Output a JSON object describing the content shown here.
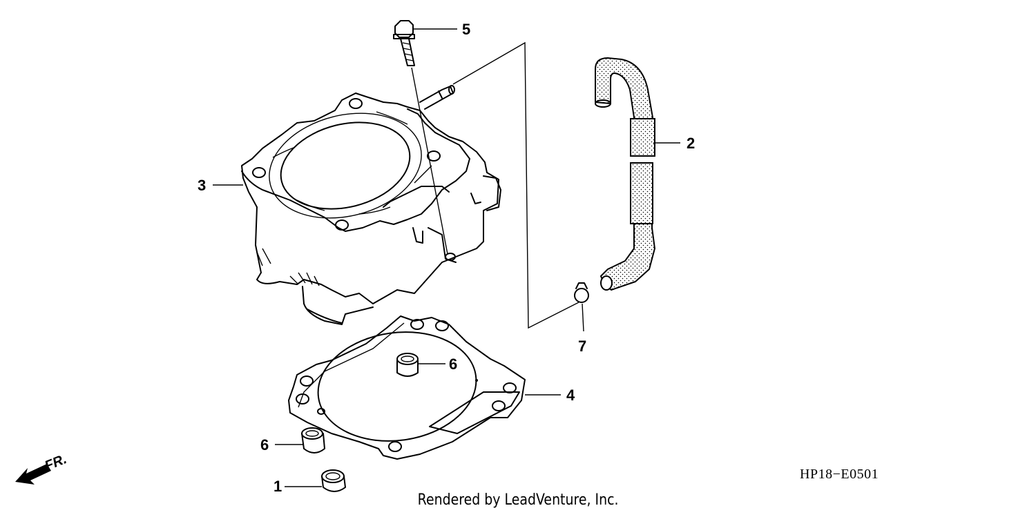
{
  "diagram": {
    "callouts": [
      {
        "id": "1",
        "label": "1"
      },
      {
        "id": "2",
        "label": "2"
      },
      {
        "id": "3",
        "label": "3"
      },
      {
        "id": "4",
        "label": "4"
      },
      {
        "id": "5",
        "label": "5"
      },
      {
        "id": "6a",
        "label": "6"
      },
      {
        "id": "6b",
        "label": "6"
      },
      {
        "id": "7",
        "label": "7"
      }
    ],
    "direction_label": "FR.",
    "diagram_code": "HP18−E0501",
    "credit": "Rendered by LeadVenture, Inc."
  }
}
